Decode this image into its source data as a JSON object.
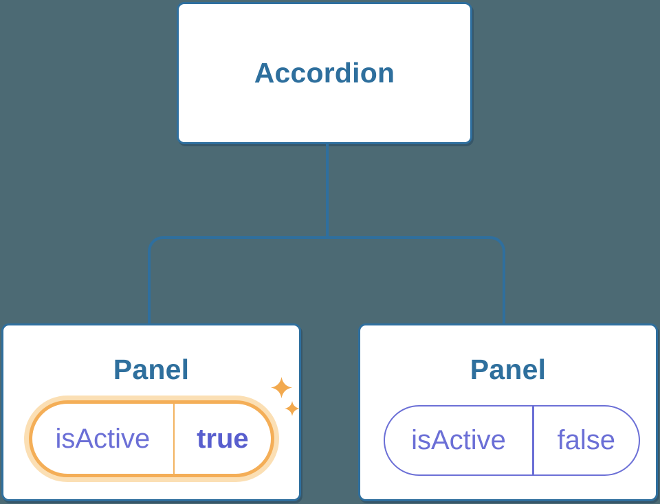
{
  "colors": {
    "bg": "#4C6A74",
    "card_bg": "#FFFFFF",
    "line_blue": "#2F6F9E",
    "text_blue": "#2E6F9D",
    "purple": "#6B6FD6",
    "purple_bold": "#585ECE",
    "orange": "#F4AE57",
    "orange_halo": "#FBDFB4",
    "orange_divider": "#F2B360",
    "sparkle": "#F2A94E"
  },
  "diagram": {
    "root": {
      "label": "Accordion"
    },
    "panels": [
      {
        "label": "Panel",
        "prop": "isActive",
        "value": "true",
        "active": true,
        "decoration": "sparkle-icon"
      },
      {
        "label": "Panel",
        "prop": "isActive",
        "value": "false",
        "active": false
      }
    ]
  }
}
